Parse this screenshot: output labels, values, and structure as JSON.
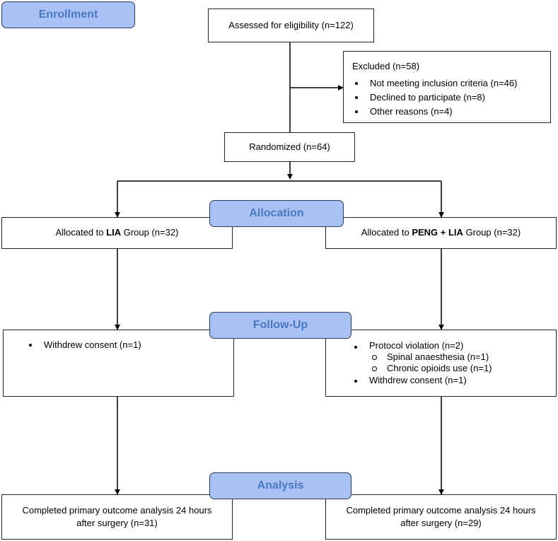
{
  "stages": {
    "enrollment": "Enrollment",
    "allocation": "Allocation",
    "follow_up": "Follow-Up",
    "analysis": "Analysis"
  },
  "assessed": "Assessed for eligibility (n=122)",
  "excluded": {
    "title": "Excluded (n=58)",
    "items": [
      "Not meeting inclusion criteria (n=46)",
      "Declined to participate (n=8)",
      "Other reasons (n=4)"
    ]
  },
  "randomized": "Randomized (n=64)",
  "allocation": {
    "left": {
      "prefix": "Allocated to ",
      "group": "LIA",
      "suffix": " Group (n=32)"
    },
    "right": {
      "prefix": "Allocated to ",
      "group": "PENG + LIA",
      "suffix": " Group (n=32)"
    }
  },
  "follow_up": {
    "left": [
      "Withdrew consent (n=1)"
    ],
    "right": {
      "protocol_violation": "Protocol violation (n=2)",
      "sub_items": [
        "Spinal anaesthesia (n=1)",
        "Chronic opioids use (n=1)"
      ],
      "withdrew": "Withdrew consent (n=1)"
    }
  },
  "analysis": {
    "left": {
      "line1": "Completed primary outcome analysis 24 hours",
      "line2": "after surgery (n=31)"
    },
    "right": {
      "line1": "Completed primary outcome analysis 24 hours",
      "line2": "after surgery (n=29)"
    }
  }
}
